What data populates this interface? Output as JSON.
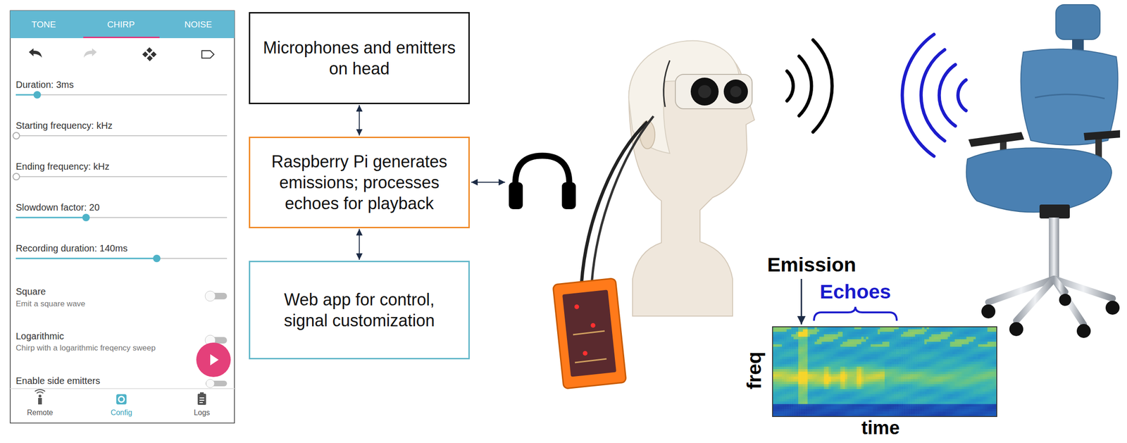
{
  "diagram": {
    "nodes": [
      {
        "text": [
          "Microphones and emitters on head"
        ]
      },
      {
        "text": [
          "Raspberry Pi generates emissions; processes echoes for playback"
        ]
      },
      {
        "text": [
          "Web app for control, signal customization"
        ]
      }
    ],
    "edges": [
      {
        "from": 0,
        "to": 1,
        "arrow": "both"
      },
      {
        "from": 1,
        "to": 2,
        "arrow": "both"
      }
    ],
    "labels": [
      "TONE",
      "CHIRP",
      "NOISE",
      "Duration: 3ms",
      "Starting frequency: kHz",
      "Ending frequency: kHz",
      "Slowdown factor: 20",
      "Recording duration: 140ms",
      "Square",
      "Emit a square wave",
      "Logarithmic",
      "Chirp with a logarithmic freqency sweep",
      "Enable side emitters",
      "Remote",
      "Config",
      "Logs",
      "Emission",
      "Echoes",
      "freq",
      "time"
    ]
  }
}
